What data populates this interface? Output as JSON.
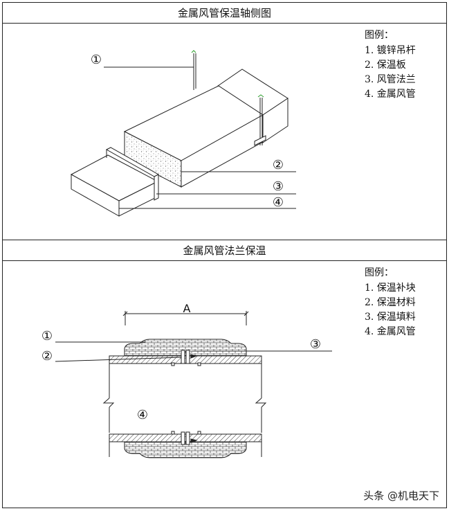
{
  "section1": {
    "title": "金属风管保温轴侧图",
    "legend_title": "图例：",
    "legend": [
      "1. 镀锌吊杆",
      "2. 保温板",
      "3. 风管法兰",
      "4. 金属风管"
    ],
    "callouts": [
      "①",
      "②",
      "③",
      "④"
    ]
  },
  "section2": {
    "title": "金属风管法兰保温",
    "legend_title": "图例：",
    "legend": [
      "1. 保温补块",
      "2. 保温材料",
      "3. 保温填料",
      "4. 金属风管"
    ],
    "callouts": [
      "①",
      "②",
      "③",
      "④"
    ],
    "dimension_label": "A"
  },
  "watermark": "头条 @机电天下"
}
